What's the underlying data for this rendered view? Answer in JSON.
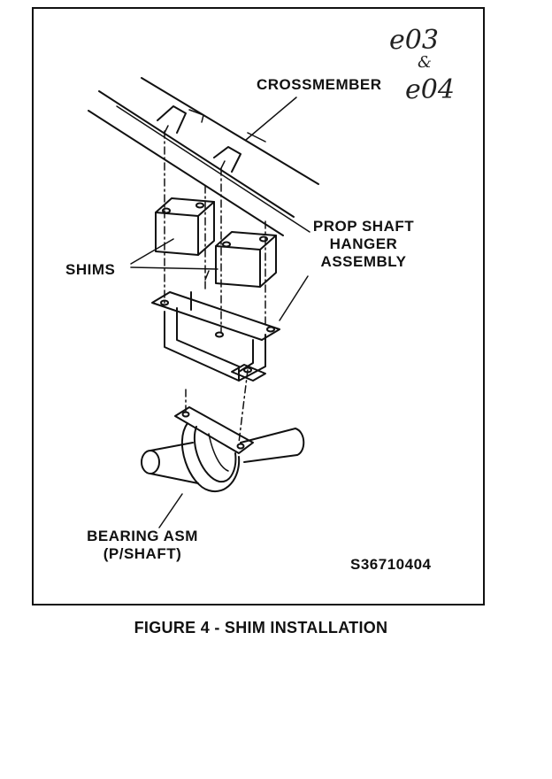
{
  "labels": {
    "crossmember": "CROSSMEMBER",
    "prop_shaft_hanger_line1": "PROP SHAFT",
    "prop_shaft_hanger_line2": "HANGER",
    "prop_shaft_hanger_line3": "ASSEMBLY",
    "shims": "SHIMS",
    "bearing_line1": "BEARING ASM",
    "bearing_line2": "(P/SHAFT)",
    "figure_code": "S36710404"
  },
  "handwritten": {
    "line1": "e03",
    "line2": "&",
    "line3": "e04"
  },
  "caption": "FIGURE 4 - SHIM INSTALLATION"
}
